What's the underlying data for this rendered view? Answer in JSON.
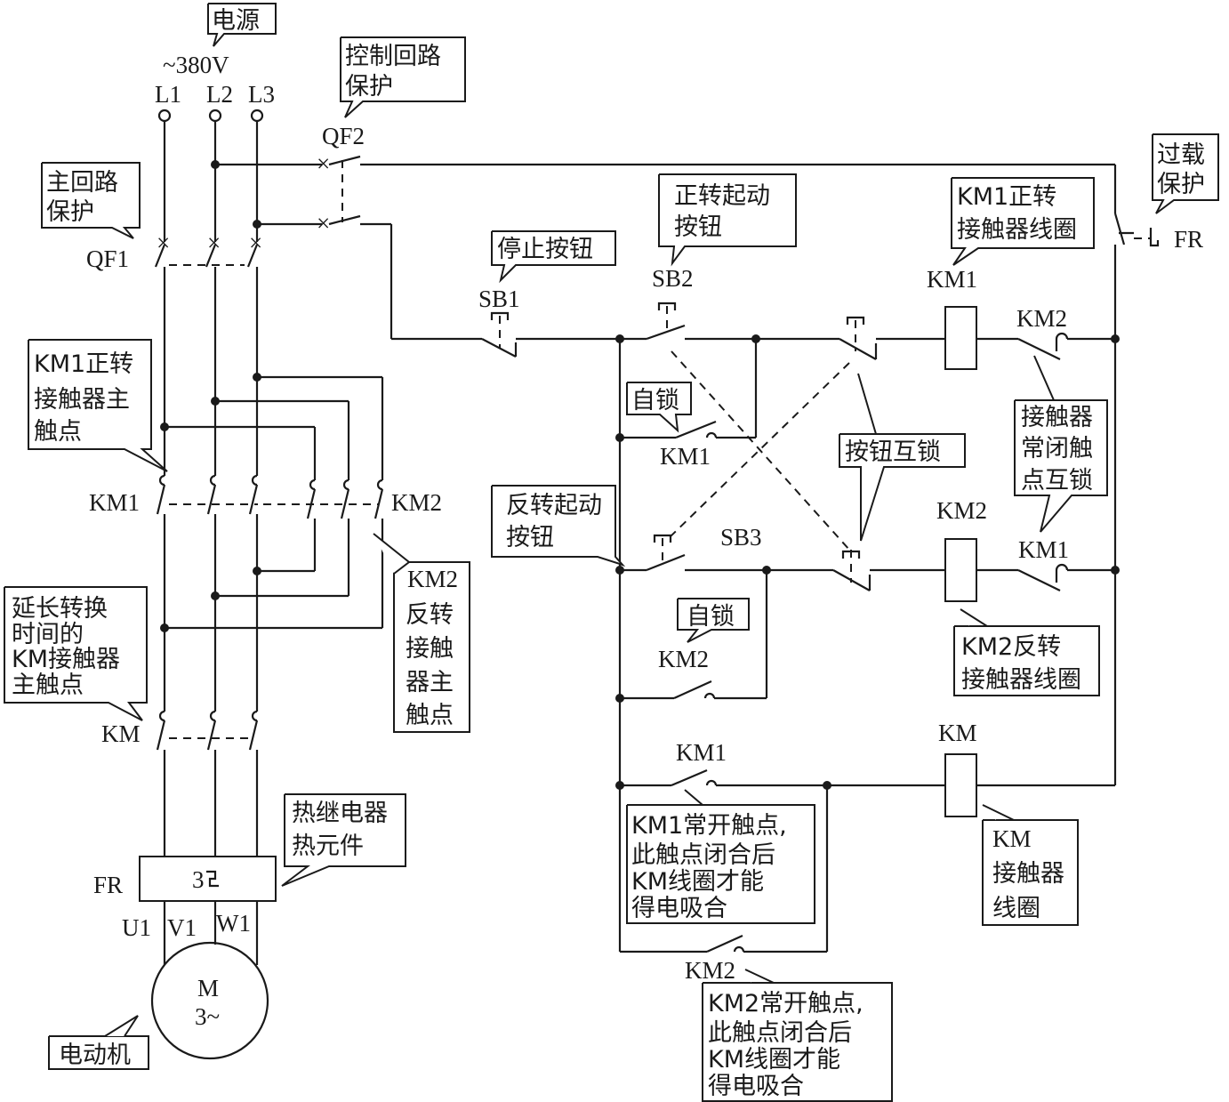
{
  "labels": {
    "voltage": "~380V",
    "l1": "L1",
    "l2": "L2",
    "l3": "L3",
    "qf1": "QF1",
    "qf2": "QF2",
    "km1_main": "KM1",
    "km2_main": "KM2",
    "km_main": "KM",
    "fr_main": "FR",
    "fr_ctrl": "FR",
    "fr_symbol": "3",
    "u1": "U1",
    "v1": "V1",
    "w1": "W1",
    "motor_m": "M",
    "motor_phase": "3~",
    "sb1": "SB1",
    "sb2": "SB2",
    "sb3": "SB3",
    "km1_coil": "KM1",
    "km2_coil": "KM2",
    "km_coil": "KM",
    "km2_nc": "KM2",
    "km1_nc": "KM1",
    "km1_hold": "KM1",
    "km2_hold": "KM2",
    "km1_no": "KM1",
    "km2_no": "KM2"
  },
  "callouts": {
    "power": "电源",
    "ctrl_protect": [
      "控制回路",
      "保护"
    ],
    "main_protect": [
      "主回路",
      "保护"
    ],
    "overload": [
      "过载",
      "保护"
    ],
    "stop_button": "停止按钮",
    "fwd_start": [
      "正转起动",
      "按钮"
    ],
    "km1_coil": [
      "KM1正转",
      "接触器线圈"
    ],
    "km1_main": [
      "KM1正转",
      "接触器主",
      "触点"
    ],
    "self_lock_1": "自锁",
    "button_interlock": "按钮互锁",
    "contactor_interlock": [
      "接触器",
      "常闭触",
      "点互锁"
    ],
    "rev_start": [
      "反转起动",
      "按钮"
    ],
    "km2_main": [
      "KM2",
      "反转",
      "接触",
      "器主",
      "触点"
    ],
    "self_lock_2": "自锁",
    "km2_coil": [
      "KM2反转",
      "接触器线圈"
    ],
    "delay": [
      "延长转换",
      "时间的",
      "KM接触器",
      "主触点"
    ],
    "thermal": [
      "热继电器",
      "热元件"
    ],
    "km1_no": [
      "KM1常开触点,",
      "此触点闭合后",
      "KM线圈才能",
      "得电吸合"
    ],
    "km_coil": [
      "KM",
      "接触器",
      "线圈"
    ],
    "km2_no": [
      "KM2常开触点,",
      "此触点闭合后",
      "KM线圈才能",
      "得电吸合"
    ],
    "motor": "电动机"
  }
}
